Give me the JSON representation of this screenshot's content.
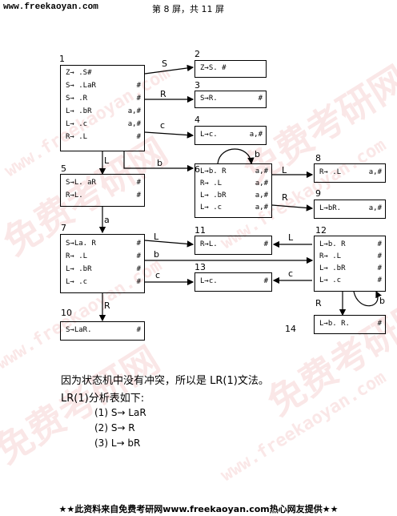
{
  "header": {
    "site": "www.freekaoyan.com",
    "page": "第 8 屏，共 11 屏"
  },
  "watermark": {
    "text": "免费考研网",
    "url": "www.freekaoyan.com"
  },
  "states": [
    {
      "id": "1",
      "items": [
        [
          "Z→ .S#",
          ""
        ],
        [
          "S→ .LaR",
          "#"
        ],
        [
          "S→ .R",
          "#"
        ],
        [
          "L→ .bR",
          "a,#"
        ],
        [
          "L→ .c",
          "a,#"
        ],
        [
          "R→ .L",
          "#"
        ]
      ]
    },
    {
      "id": "2",
      "items": [
        [
          "Z→S. #",
          ""
        ]
      ]
    },
    {
      "id": "3",
      "items": [
        [
          "S→R.",
          "#"
        ]
      ]
    },
    {
      "id": "4",
      "items": [
        [
          "L→c.",
          "a,#"
        ]
      ]
    },
    {
      "id": "5",
      "items": [
        [
          "S→L. aR",
          "#"
        ],
        [
          "R→L.",
          "#"
        ]
      ]
    },
    {
      "id": "6",
      "items": [
        [
          "L→b. R",
          "a,#"
        ],
        [
          "R→ .L",
          "a,#"
        ],
        [
          "L→ .bR",
          "a,#"
        ],
        [
          "L→ .c",
          "a,#"
        ]
      ]
    },
    {
      "id": "7",
      "items": [
        [
          "S→La. R",
          "#"
        ],
        [
          "R→ .L",
          "#"
        ],
        [
          "L→ .bR",
          "#"
        ],
        [
          "L→ .c",
          "#"
        ]
      ]
    },
    {
      "id": "8",
      "items": [
        [
          "R→ .L",
          "a,#"
        ]
      ]
    },
    {
      "id": "9",
      "items": [
        [
          "L→bR.",
          "a,#"
        ]
      ]
    },
    {
      "id": "10",
      "items": [
        [
          "S→LaR.",
          "#"
        ]
      ]
    },
    {
      "id": "11",
      "items": [
        [
          "R→L.",
          "#"
        ]
      ]
    },
    {
      "id": "12",
      "items": [
        [
          "L→b. R",
          "#"
        ],
        [
          "R→ .L",
          "#"
        ],
        [
          "L→ .bR",
          "#"
        ],
        [
          "L→ .c",
          "#"
        ]
      ]
    },
    {
      "id": "13",
      "items": [
        [
          "L→c.",
          "#"
        ]
      ]
    },
    {
      "id": "14",
      "items": [
        [
          "L→b. R.",
          "#"
        ]
      ]
    }
  ],
  "transitions": [
    "S",
    "R",
    "c",
    "L",
    "b",
    "b",
    "L",
    "R",
    "a",
    "L",
    "b",
    "c",
    "R",
    "L",
    "c",
    "R",
    "b"
  ],
  "text": {
    "line1": "因为状态机中没有冲突，所以是 LR(1)文法。",
    "line2": "LR(1)分析表如下:",
    "productions": [
      "(1) S→ LaR",
      "(2) S→ R",
      "(3) L→ bR"
    ]
  },
  "footer": "★★此资料来自免费考研网www.freekaoyan.com热心网友提供★★"
}
